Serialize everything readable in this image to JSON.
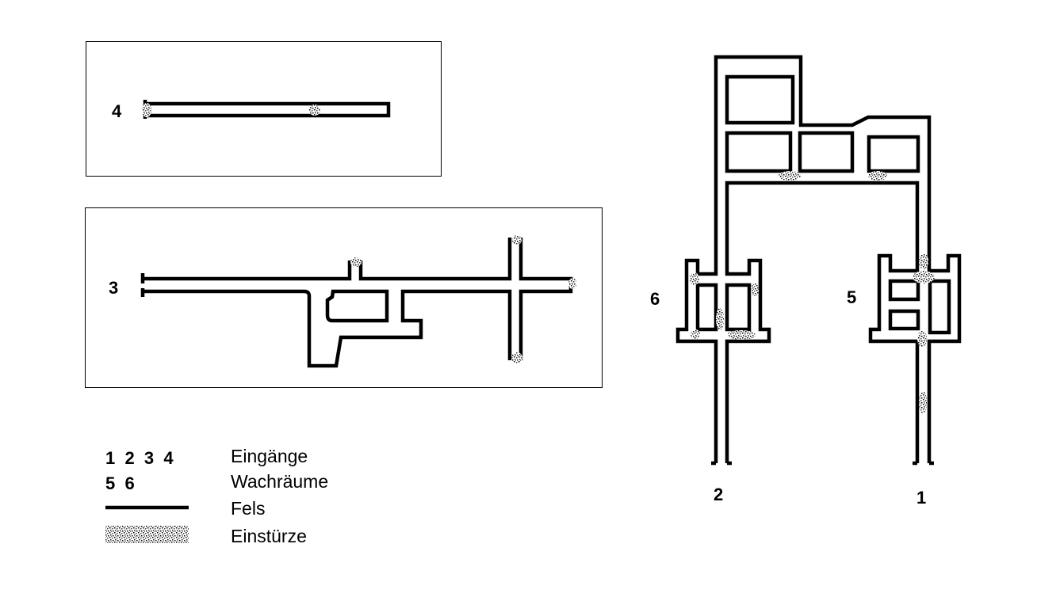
{
  "labels": {
    "entrance_4": "4",
    "entrance_3": "3",
    "entrance_2": "2",
    "entrance_1": "1",
    "guardroom_6": "6",
    "guardroom_5": "5"
  },
  "legend": {
    "entrances_symbols": "1  2  3  4",
    "entrances_label": "Eingänge",
    "guardrooms_symbols": "5  6",
    "guardrooms_label": "Wachräume",
    "rock_label": "Fels",
    "collapse_label": "Einstürze"
  },
  "colors": {
    "line": "#000000",
    "collapse": "#808080",
    "background": "#ffffff"
  }
}
